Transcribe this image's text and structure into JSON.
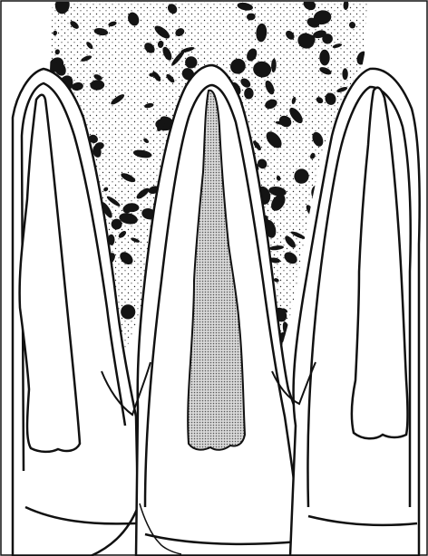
{
  "figure": {
    "kind": "dental cross-section illustration",
    "has_text": false
  },
  "colors": {
    "background": "#ffffff",
    "line": "#111111",
    "bone_fill": "#ffffff",
    "marrow_spaces": "#141414",
    "stipple": "#2a2a2a",
    "highlighted_pulp_fill": "#cfcfcf"
  },
  "regions": [
    {
      "name": "cancellous-bone",
      "kind": "bone with marrow spaces"
    },
    {
      "name": "tooth-left",
      "kind": "tooth"
    },
    {
      "name": "tooth-center",
      "kind": "tooth",
      "pulp_highlighted": true
    },
    {
      "name": "tooth-right",
      "kind": "tooth"
    }
  ]
}
